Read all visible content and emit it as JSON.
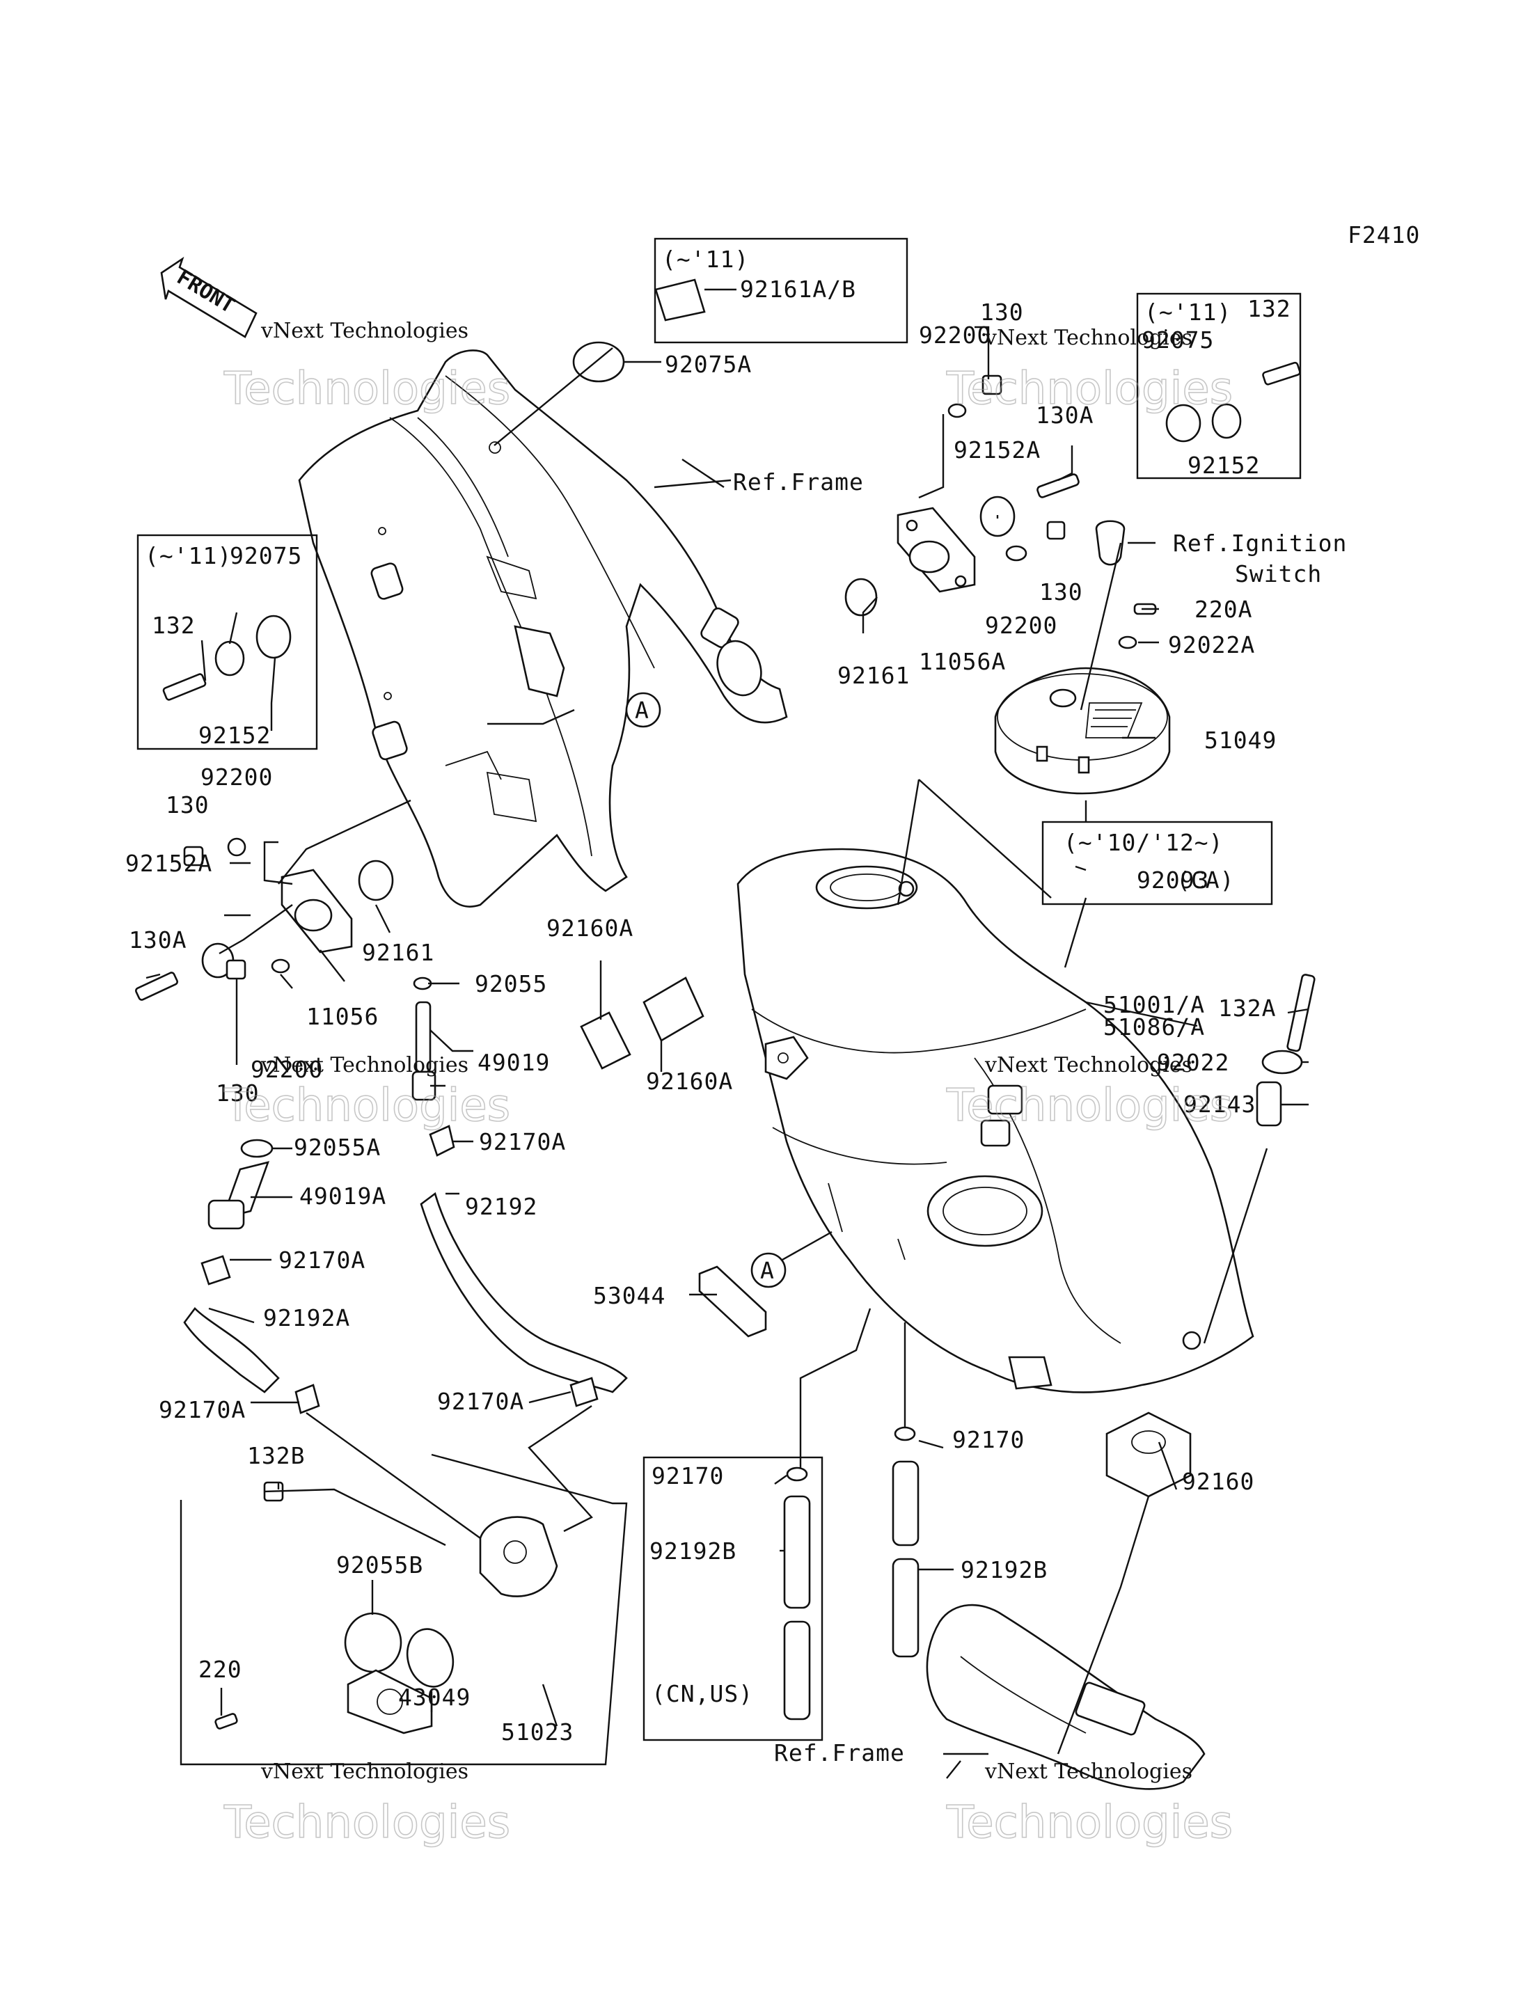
{
  "figure_code": "F2410",
  "front_arrow": "FRONT",
  "watermark": {
    "company": "vNext Technologies",
    "big": "Technologies"
  },
  "boxes": {
    "top_cap": {
      "variant": "(~'11)"
    },
    "left_mount": {
      "variant": "(~'11)"
    },
    "right_mount": {
      "variant": "(~'11)"
    },
    "nut": {
      "variant": "(~'10/'12~)",
      "region": "(CA)"
    },
    "canister": {
      "region": "(CN,US)"
    }
  },
  "callout": "A",
  "parts": {
    "p92161AB": "92161A/B",
    "p92075A": "92075A",
    "ref_frame_top": "Ref.Frame",
    "ref_frame_bottom": "Ref.Frame",
    "p92200_a": "92200",
    "p130_a": "130",
    "p92075_r": "92075",
    "p132_r": "132",
    "p92152_r": "92152",
    "p130A_r": "130A",
    "p92152A_r": "92152A",
    "ref_ignition": "Ref.Ignition",
    "ref_ignition_2": "Switch",
    "p130_b": "130",
    "p92200_b": "92200",
    "p92161_r": "92161",
    "p11056A": "11056A",
    "p220A": "220A",
    "p92022A": "92022A",
    "p51049": "51049",
    "p92093": "92093",
    "p92075_l": "92075",
    "p132_l": "132",
    "p92152_l": "92152",
    "p92200_c": "92200",
    "p130_c": "130",
    "p92152A_l": "92152A",
    "p130A_l": "130A",
    "p92161_l": "92161",
    "p11056": "11056",
    "p92055": "92055",
    "p49019": "49019",
    "p92200_d": "92200",
    "p130_d": "130",
    "p92160A_1": "92160A",
    "p92160A_2": "92160A",
    "p132A": "132A",
    "p51001": "51001/A",
    "p51086": "51086/A",
    "p92022": "92022",
    "p92143": "92143",
    "p92055A": "92055A",
    "p92170A_1": "92170A",
    "p49019A": "49019A",
    "p92192": "92192",
    "p92170A_2": "92170A",
    "p92192A": "92192A",
    "p53044": "53044",
    "p92170A_3": "92170A",
    "p92170A_4": "92170A",
    "p132B": "132B",
    "p92170_1": "92170",
    "p92170_2": "92170",
    "p92160": "92160",
    "p92192B_1": "92192B",
    "p92192B_2": "92192B",
    "p92055B": "92055B",
    "p43049": "43049",
    "p220": "220",
    "p51023": "51023"
  }
}
